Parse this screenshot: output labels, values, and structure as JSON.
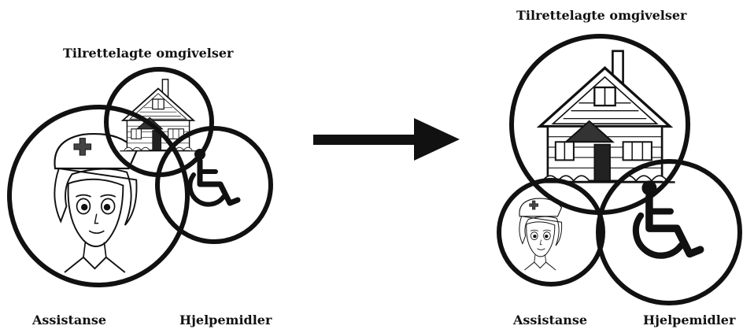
{
  "diagram": {
    "left": {
      "top_label": "Tilrettelagte omgivelser",
      "assist_label": "Assistanse",
      "aids_label": "Hjelpemidler"
    },
    "right": {
      "top_label": "Tilrettelagte omgivelser",
      "assist_label": "Assistanse",
      "aids_label": "Hjelpemidler"
    }
  },
  "colors": {
    "ink": "#111111",
    "background": "#ffffff"
  }
}
